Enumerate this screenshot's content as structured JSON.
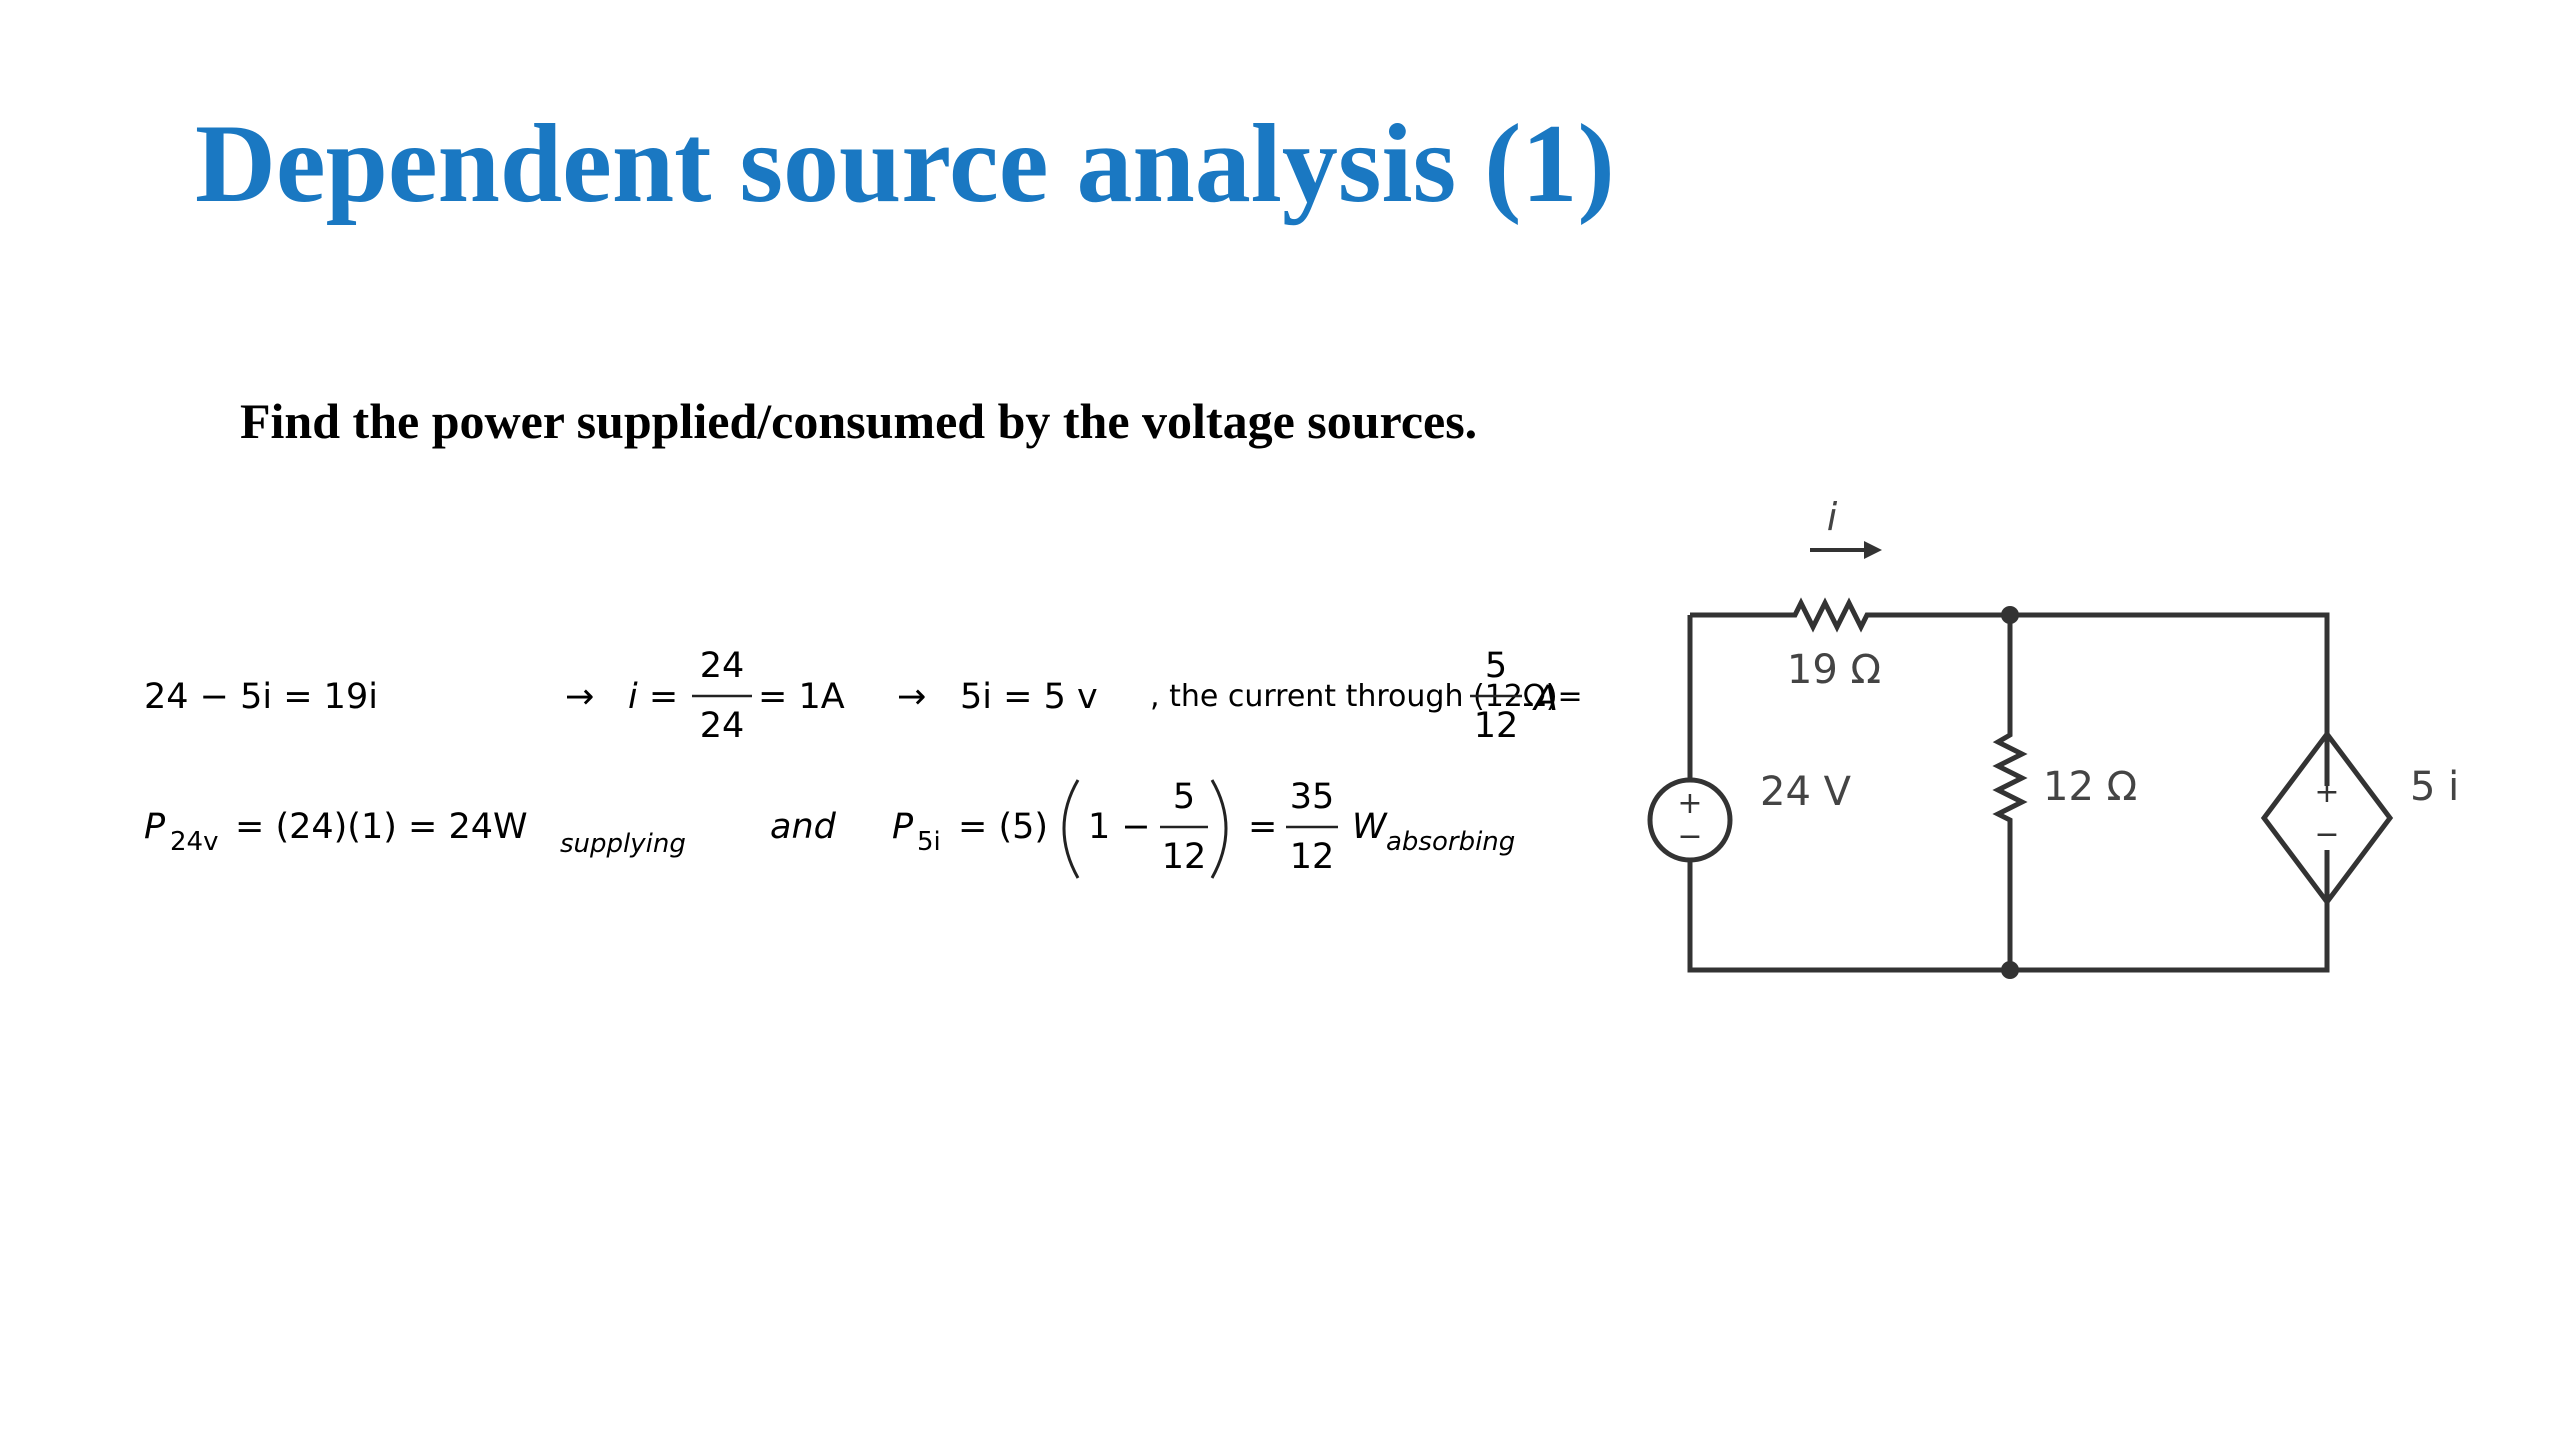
{
  "slide": {
    "title": "Dependent source analysis (1)",
    "prompt": "Find the power supplied/consumed by the voltage sources."
  },
  "equation1": {
    "kvl": "24 − 5i = 19i",
    "arrow": "→",
    "i_lhs": "i =",
    "frac_num": "24",
    "frac_den": "24",
    "i_result": "= 1A",
    "dep_source": "5i = 5 v",
    "current_note": ", the current through (12Ω)=",
    "current_num": "5",
    "current_den": "12",
    "current_unit": "A"
  },
  "equation2": {
    "p24_label": "P",
    "p24_sub": "24v",
    "p24_expr": "= (24)(1) = 24W",
    "p24_state": "supplying",
    "and": "and",
    "p5i_label": "P",
    "p5i_sub": "5i",
    "p5i_expr": "= (5)",
    "one_minus": "1 −",
    "inner_num": "5",
    "inner_den": "12",
    "equals": "=",
    "result_num": "35",
    "result_den": "12",
    "result_w": "W",
    "result_state": "absorbing"
  },
  "circuit": {
    "current_label": "i",
    "r1_label": "19 Ω",
    "source_label": "24 V",
    "r2_label": "12 Ω",
    "dep_label": "5 i",
    "plus": "+",
    "minus": "−"
  }
}
